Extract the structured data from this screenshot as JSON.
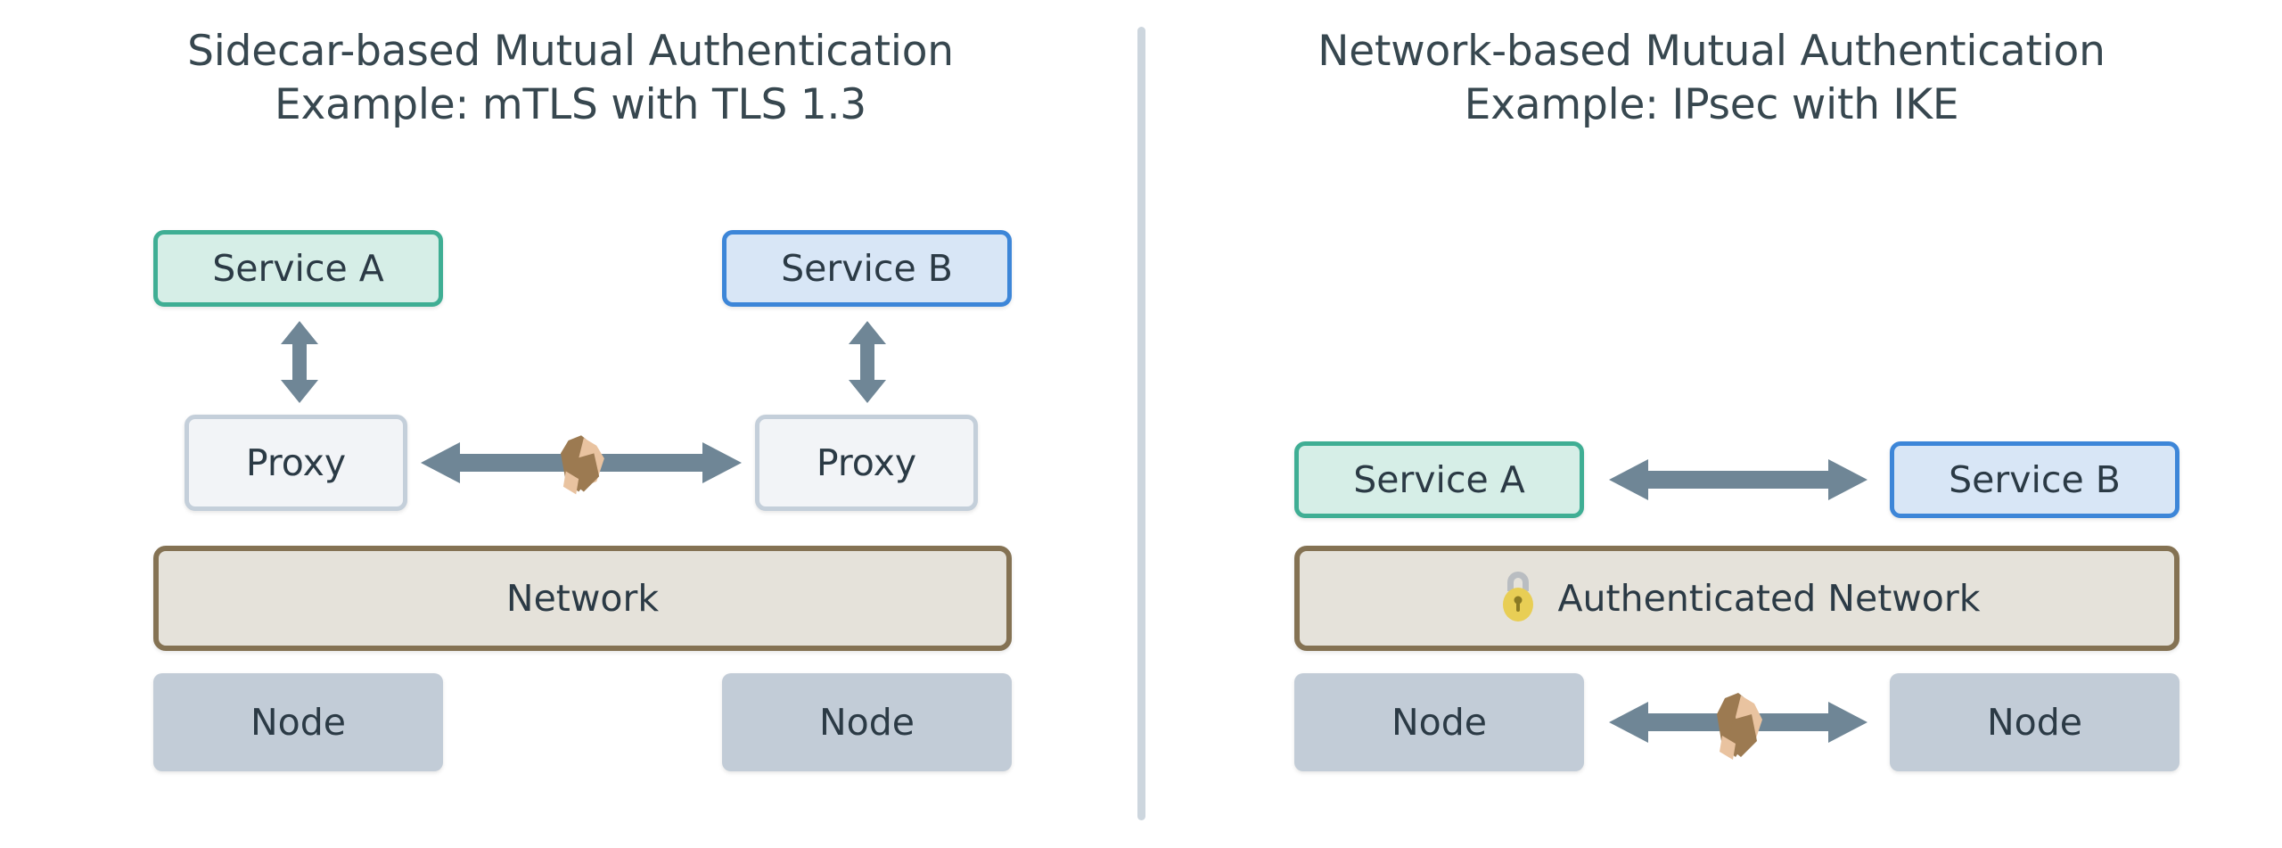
{
  "colors": {
    "background": "#ffffff",
    "title_text": "#37474f",
    "box_text": "#2b3a45",
    "divider": "#cdd6de",
    "arrow": "#6f8696",
    "service_a_fill": "#d6eee7",
    "service_a_border": "#3fae94",
    "service_b_fill": "#d8e6f6",
    "service_b_border": "#3d86d8",
    "proxy_fill": "#f2f4f7",
    "proxy_border": "#c4cfda",
    "network_fill": "#e5e2da",
    "network_border": "#847253",
    "node_fill": "#c2ccd7",
    "lock_body": "#e8ce55",
    "lock_shackle": "#b9bdc1",
    "handshake_hand_dark": "#9c7a51",
    "handshake_hand_light": "#e9c3a0"
  },
  "left_panel": {
    "title_line1": "Sidecar-based Mutual Authentication",
    "title_line2": "Example: mTLS with TLS 1.3",
    "service_a": "Service A",
    "service_b": "Service B",
    "proxy_a": "Proxy",
    "proxy_b": "Proxy",
    "network": "Network",
    "node_a": "Node",
    "node_b": "Node",
    "arrows": {
      "service_a_to_proxy_a": "vertical-double-arrow",
      "service_b_to_proxy_b": "vertical-double-arrow",
      "proxy_to_proxy": "horizontal-double-arrow"
    },
    "icons": {
      "proxy_link_handshake": "handshake-icon"
    }
  },
  "right_panel": {
    "title_line1": "Network-based Mutual Authentication",
    "title_line2": "Example: IPsec with IKE",
    "service_a": "Service A",
    "service_b": "Service B",
    "network": "Authenticated Network",
    "node_a": "Node",
    "node_b": "Node",
    "arrows": {
      "service_a_to_service_b": "horizontal-double-arrow",
      "node_to_node": "horizontal-double-arrow"
    },
    "icons": {
      "network_lock": "lock-icon",
      "node_link_handshake": "handshake-icon"
    }
  }
}
